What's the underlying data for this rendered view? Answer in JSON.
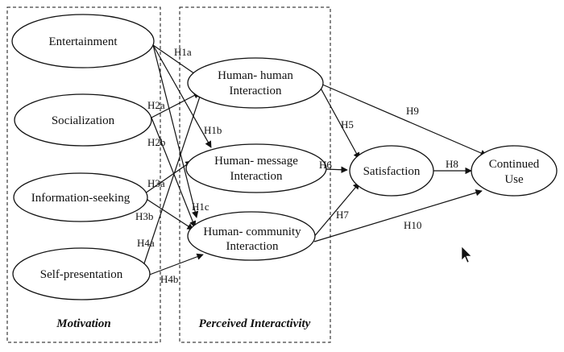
{
  "groups": {
    "motivation": "Motivation",
    "interactivity": "Perceived Interactivity"
  },
  "nodes": {
    "entertainment": "Entertainment",
    "socialization": "Socialization",
    "information_seeking": "Information-seeking",
    "self_presentation": "Self-presentation",
    "hh_line1": "Human- human",
    "hh_line2": "Interaction",
    "hm_line1": "Human- message",
    "hm_line2": "Interaction",
    "hc_line1": "Human- community",
    "hc_line2": "Interaction",
    "satisfaction": "Satisfaction",
    "cu_line1": "Continued",
    "cu_line2": "Use"
  },
  "edges": {
    "h1a": "H1a",
    "h1b": "H1b",
    "h1c": "H1c",
    "h2a": "H2a",
    "h2b": "H2b",
    "h3a": "H3a",
    "h3b": "H3b",
    "h4a": "H4a",
    "h4b": "H4b",
    "h5": "H5",
    "h6": "H6",
    "h7": "H7",
    "h8": "H8",
    "h9": "H9",
    "h10": "H10"
  }
}
